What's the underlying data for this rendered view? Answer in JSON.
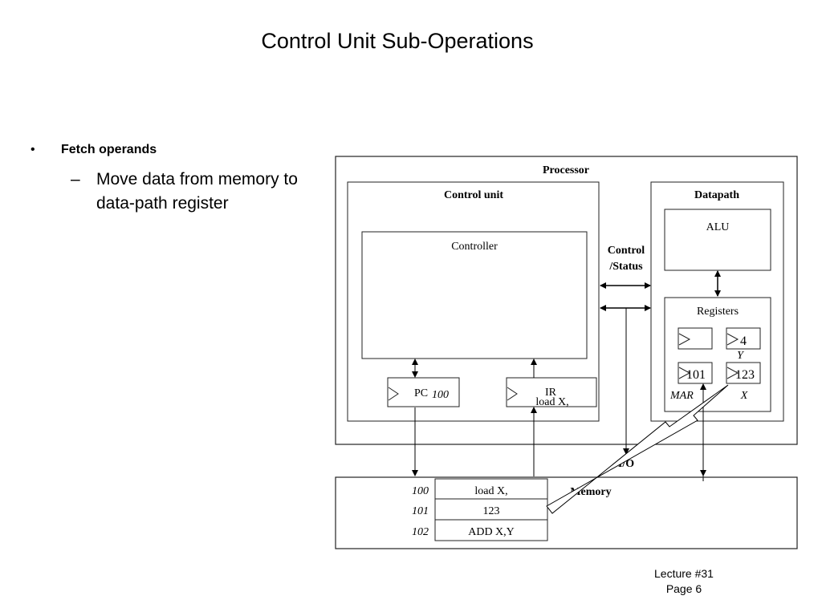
{
  "slide": {
    "title": "Control Unit Sub-Operations",
    "bullets": [
      {
        "marker": "•",
        "text": "Fetch operands"
      },
      {
        "marker": "–",
        "text": "Move data from memory to data-path register"
      }
    ],
    "footer": {
      "line1": "Lecture #31",
      "line2": "Page 6"
    }
  },
  "diagram": {
    "processor_label": "Processor",
    "control_unit": {
      "label": "Control unit",
      "controller_label": "Controller",
      "pc": {
        "label": "PC",
        "value": "100"
      },
      "ir": {
        "label": "IR",
        "value": "load X,"
      }
    },
    "control_status_label": {
      "line1": "Control",
      "line2": "/Status"
    },
    "datapath": {
      "label": "Datapath",
      "alu_label": "ALU",
      "registers_label": "Registers",
      "registers": [
        {
          "name": "",
          "value": ""
        },
        {
          "name": "Y",
          "value": "4"
        },
        {
          "name": "MAR",
          "value": "101"
        },
        {
          "name": "X",
          "value": "123"
        }
      ]
    },
    "io_label": "I/O",
    "memory": {
      "label": "Memory",
      "rows": [
        {
          "address": "100",
          "content": "load X,"
        },
        {
          "address": "101",
          "content": "123"
        },
        {
          "address": "102",
          "content": "ADD X,Y"
        }
      ]
    }
  }
}
